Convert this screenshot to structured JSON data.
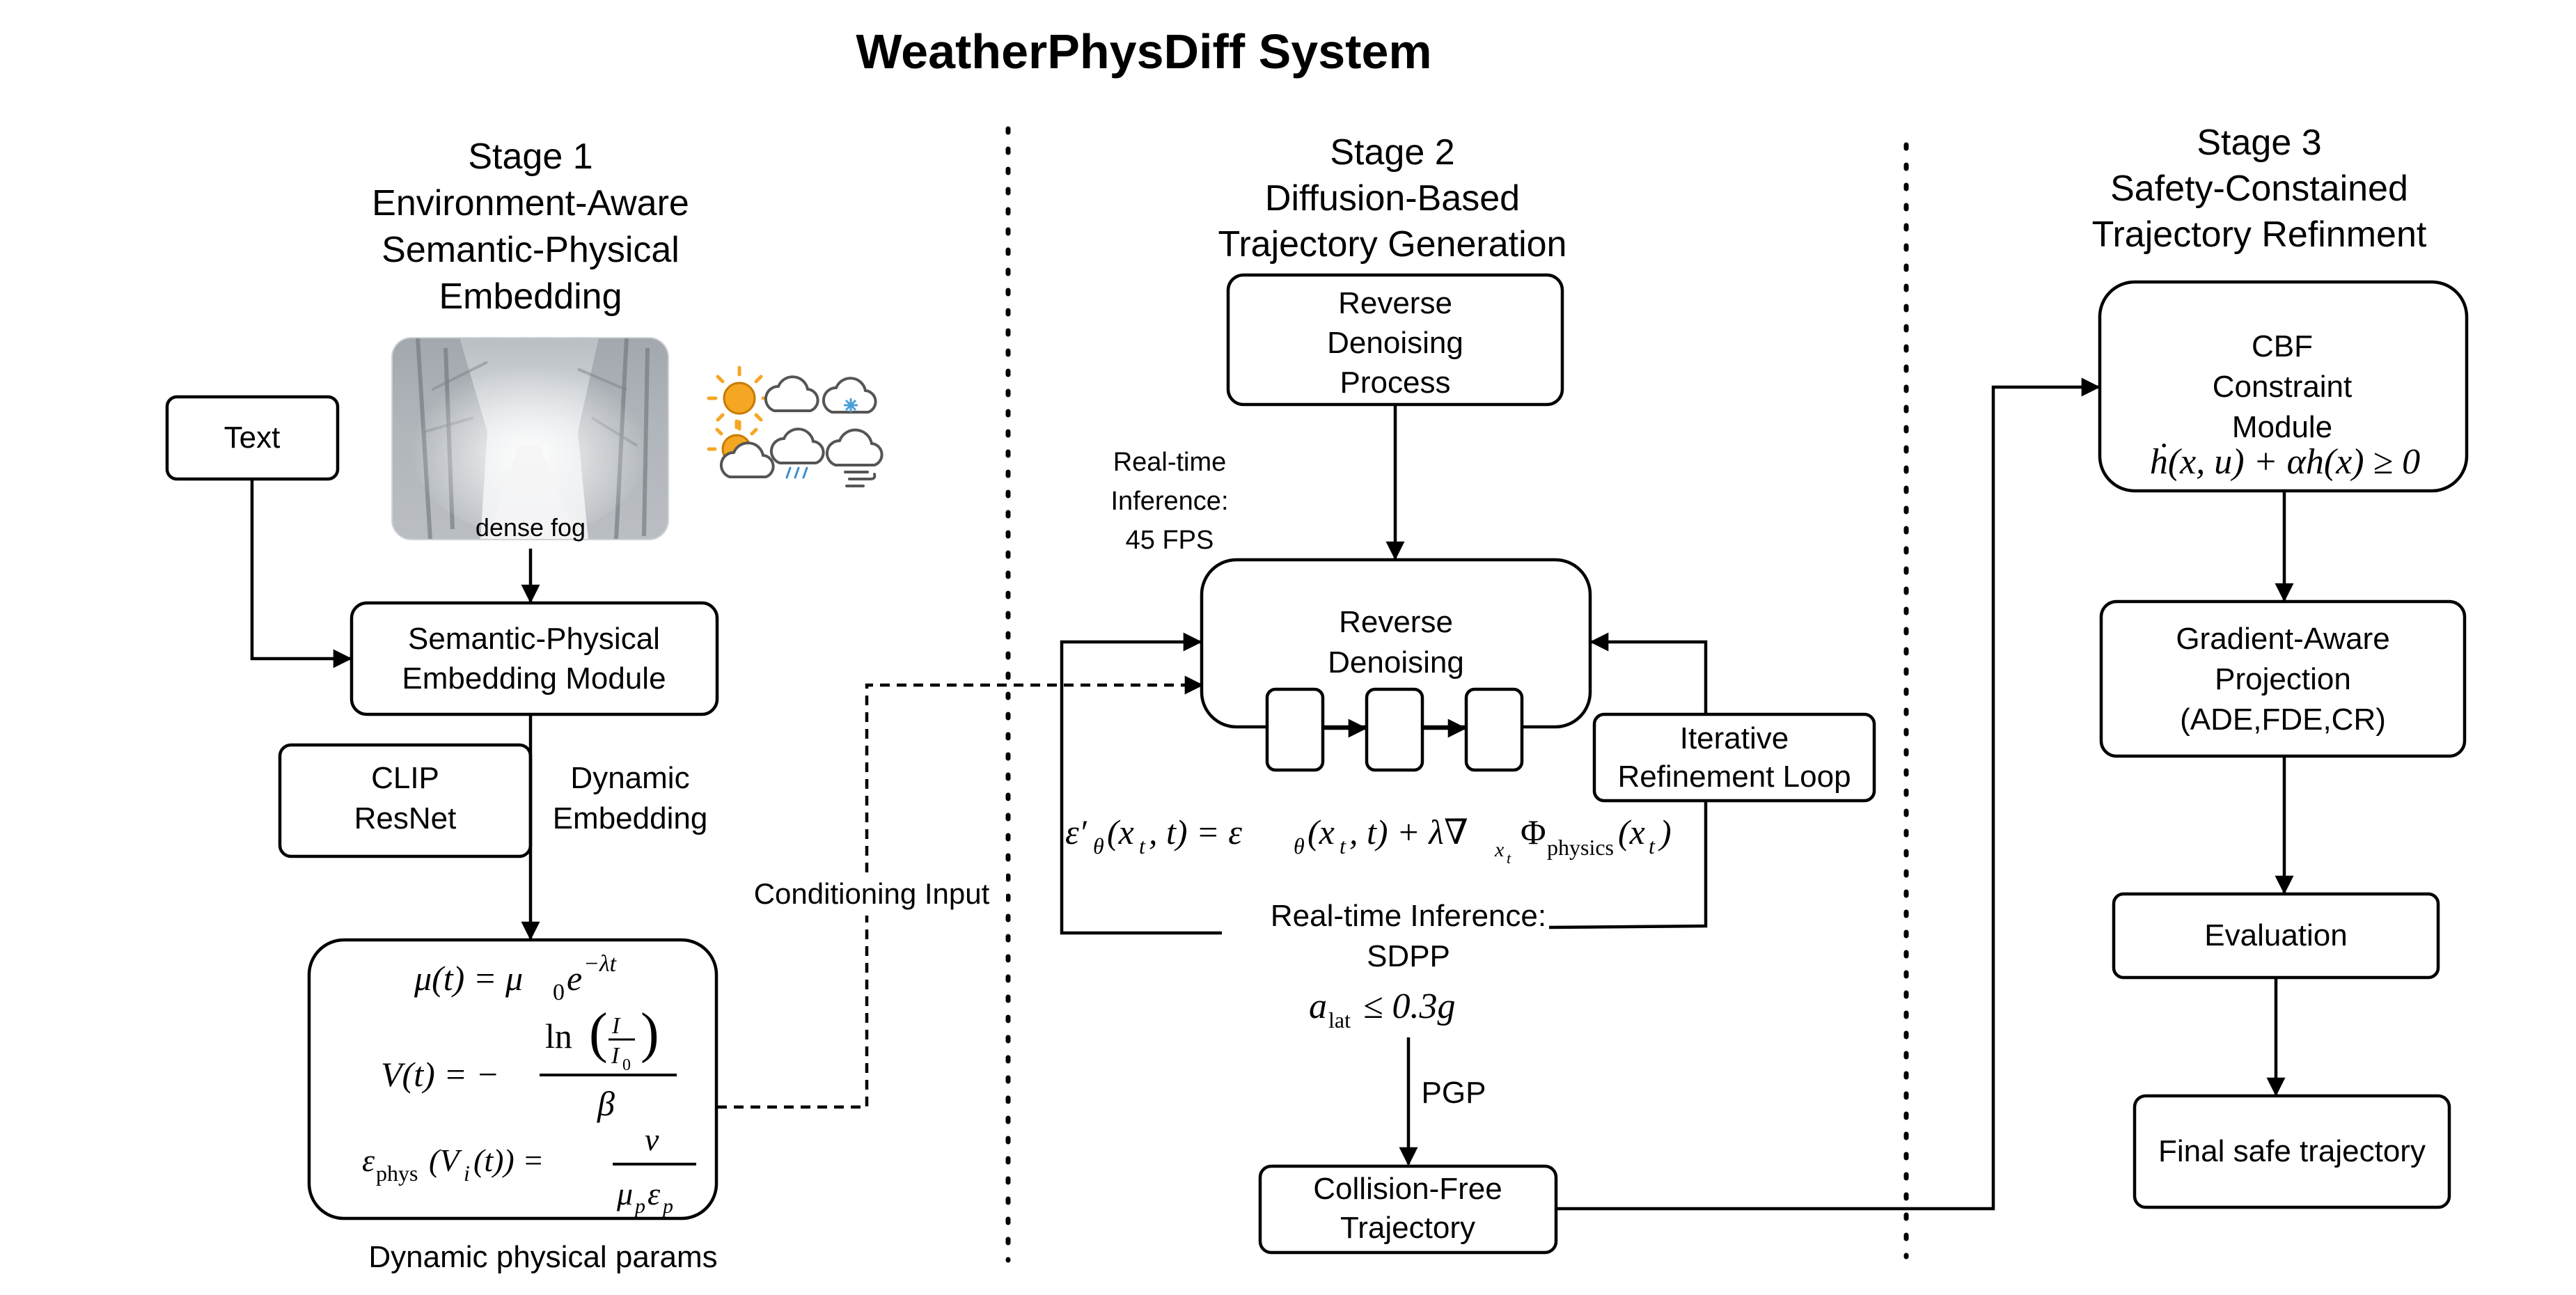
{
  "title": "WeatherPhysDiff System",
  "stage1": {
    "heading": [
      "Stage 1",
      "Environment-Aware",
      "Semantic-Physical",
      "Embedding"
    ],
    "text_box": "Text",
    "fog_caption": "dense fog",
    "embedding_module": [
      "Semantic-Physical",
      "Embedding Module"
    ],
    "clip_box": [
      "CLIP",
      "ResNet"
    ],
    "dynamic_label": [
      "Dynamic",
      "Embedding"
    ],
    "formula_mu": [
      "μ(t) = μ",
      "0",
      "e",
      "−λt"
    ],
    "formula_v": [
      "V(t) = −",
      "ln",
      "I",
      "I",
      "0",
      "β"
    ],
    "formula_eps": [
      "ε",
      "phys",
      "(V",
      "i",
      "(t)) =",
      "v",
      "μ",
      "p",
      "ε",
      "p"
    ],
    "caption": "Dynamic physical params"
  },
  "conditioning_label": "Conditioning Input",
  "stage2": {
    "heading": [
      "Stage 2",
      "Diffusion-Based",
      "Trajectory Generation"
    ],
    "reverse_process": [
      "Reverse",
      "Denoising",
      "Process"
    ],
    "realtime_label": [
      "Real-time",
      "Inference:",
      "45 FPS"
    ],
    "reverse_denoising": [
      "Reverse",
      "Denoising"
    ],
    "iterative_box": [
      "Iterative",
      "Refinement Loop"
    ],
    "formula": [
      "ε′",
      "θ",
      "(x",
      "t",
      ", t) = ε",
      "θ",
      "(x",
      "t",
      ", t) + λ∇",
      "x",
      "t",
      "Φ",
      "physics",
      "(x",
      "t",
      ")"
    ],
    "inference_text": [
      "Real-time Inference:",
      "SDPP"
    ],
    "lat_formula": [
      "a",
      "lat",
      " ≤ 0.3g"
    ],
    "pgp_label": "PGP",
    "collision_box": [
      "Collision-Free",
      "Trajectory"
    ]
  },
  "stage3": {
    "heading": [
      "Stage 3",
      "Safety-Constained",
      "Trajectory Refinment"
    ],
    "cbf_box": [
      "CBF",
      "Constraint",
      "Module"
    ],
    "cbf_formula": "ḣ(x, u) + αh(x) ≥ 0",
    "gradient_box": [
      "Gradient-Aware",
      "Projection",
      "(ADE,FDE,CR)"
    ],
    "evaluation_box": "Evaluation",
    "final_box": "Final safe trajectory"
  },
  "colors": {
    "sun": "#f5a623",
    "cloud_stroke": "#555555",
    "snow": "#4a9fd8",
    "rain": "#3a8fd0"
  }
}
